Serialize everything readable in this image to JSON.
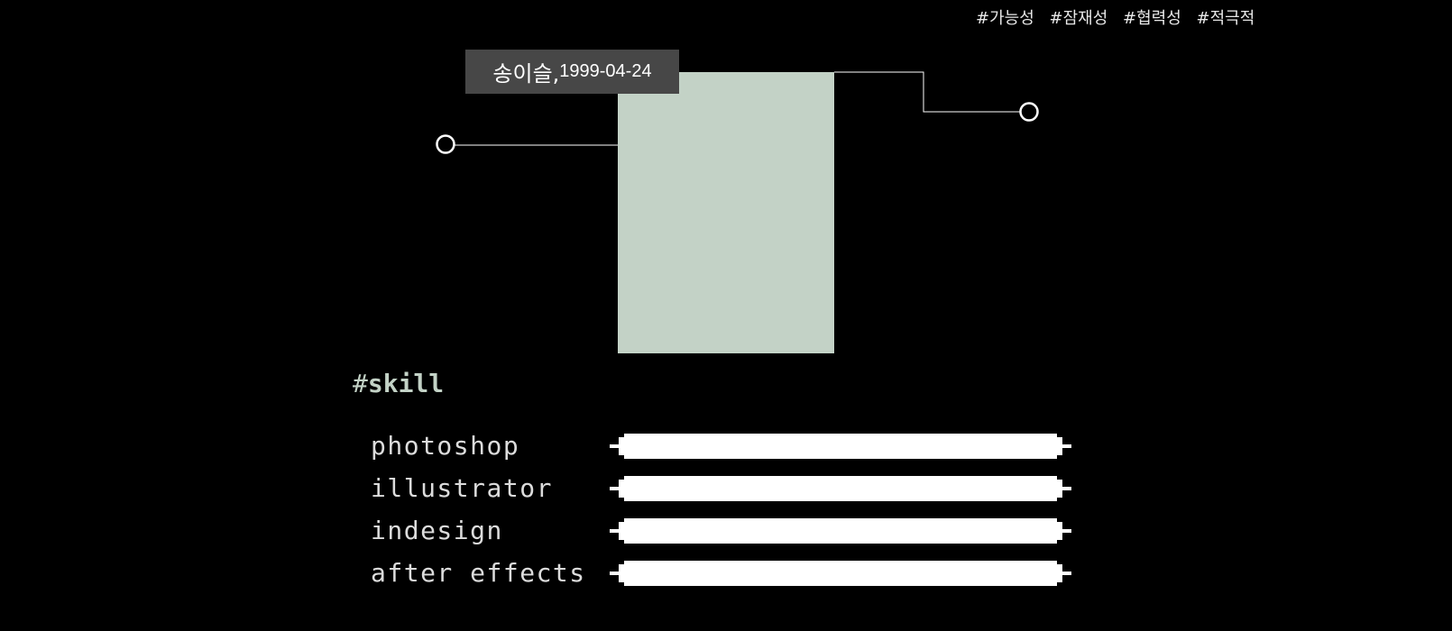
{
  "header": {
    "hashtags": [
      "#가능성",
      "#잠재성",
      "#협력성",
      "#적극적"
    ]
  },
  "profile": {
    "name": "송이슬,",
    "birthdate": "1999-04-24",
    "photo_color": "#c3d2c6",
    "tag_color": "#474747"
  },
  "skills": {
    "hash": "#",
    "title": "skill",
    "title_color": "#c3d2c6",
    "items": [
      {
        "label": "photoshop",
        "level": 1.0
      },
      {
        "label": "illustrator",
        "level": 1.0
      },
      {
        "label": "indesign",
        "level": 1.0
      },
      {
        "label": "after effects",
        "level": 1.0
      }
    ]
  }
}
